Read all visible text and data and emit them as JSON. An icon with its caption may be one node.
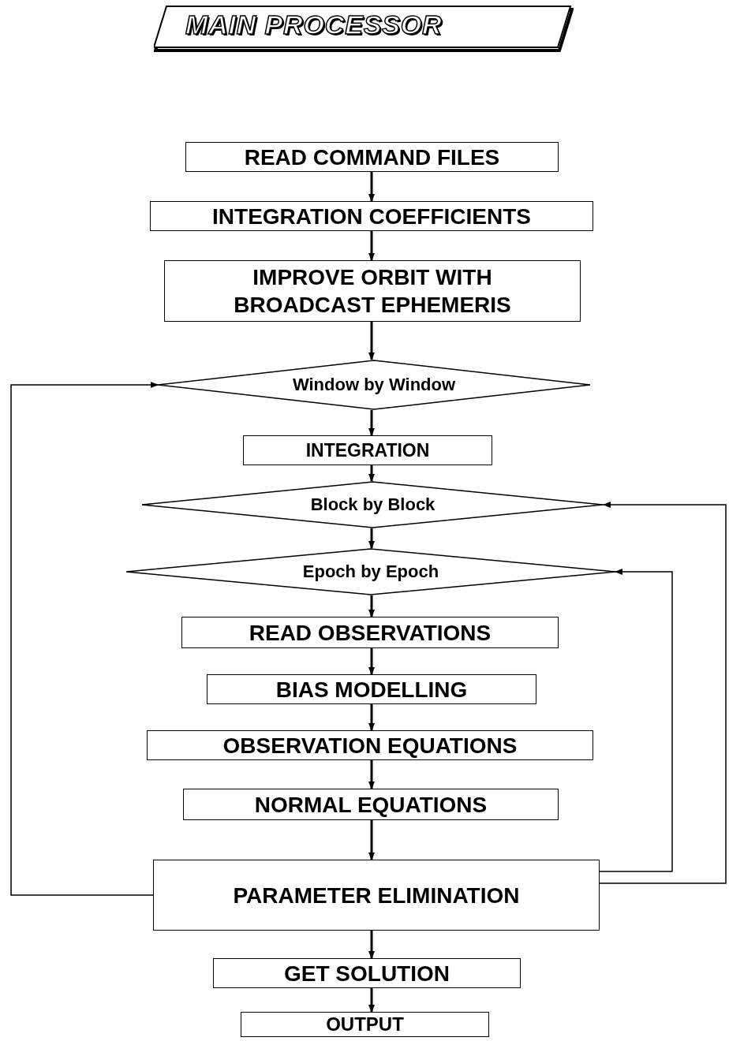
{
  "diagram": {
    "title": "MAIN PROCESSOR",
    "nodes": [
      {
        "text": [
          "READ COMMAND FILES"
        ]
      },
      {
        "text": [
          "INTEGRATION COEFFICIENTS"
        ]
      },
      {
        "text": [
          "IMPROVE ORBIT WITH BROADCAST EPHEMERIS"
        ]
      },
      {
        "text": [
          "Window  by Window"
        ]
      },
      {
        "text": [
          "INTEGRATION"
        ]
      },
      {
        "text": [
          "Block by Block"
        ]
      },
      {
        "text": [
          "Epoch by Epoch"
        ]
      },
      {
        "text": [
          "READ OBSERVATIONS"
        ]
      },
      {
        "text": [
          "BIAS MODELLING"
        ]
      },
      {
        "text": [
          "OBSERVATION EQUATIONS"
        ]
      },
      {
        "text": [
          "NORMAL EQUATIONS"
        ]
      },
      {
        "text": [
          "PARAMETER ELIMINATION"
        ]
      },
      {
        "text": [
          "GET SOLUTION"
        ]
      },
      {
        "text": [
          "OUTPUT"
        ]
      }
    ],
    "edges": [
      {
        "from": 0,
        "to": 1,
        "arrow": "to"
      },
      {
        "from": 1,
        "to": 2,
        "arrow": "to"
      },
      {
        "from": 2,
        "to": 3,
        "arrow": "to"
      },
      {
        "from": 3,
        "to": 4,
        "arrow": "to"
      },
      {
        "from": 4,
        "to": 5,
        "arrow": "to"
      },
      {
        "from": 5,
        "to": 6,
        "arrow": "to"
      },
      {
        "from": 6,
        "to": 7,
        "arrow": "to"
      },
      {
        "from": 7,
        "to": 8,
        "arrow": "to"
      },
      {
        "from": 8,
        "to": 9,
        "arrow": "to"
      },
      {
        "from": 9,
        "to": 10,
        "arrow": "to"
      },
      {
        "from": 10,
        "to": 11,
        "arrow": "to"
      },
      {
        "from": 11,
        "to": 12,
        "arrow": "to"
      },
      {
        "from": 12,
        "to": 13,
        "arrow": "to"
      },
      {
        "from": 11,
        "to": 3,
        "arrow": "to"
      },
      {
        "from": 11,
        "to": 6,
        "arrow": "to"
      },
      {
        "from": 11,
        "to": 5,
        "arrow": "to"
      }
    ]
  }
}
